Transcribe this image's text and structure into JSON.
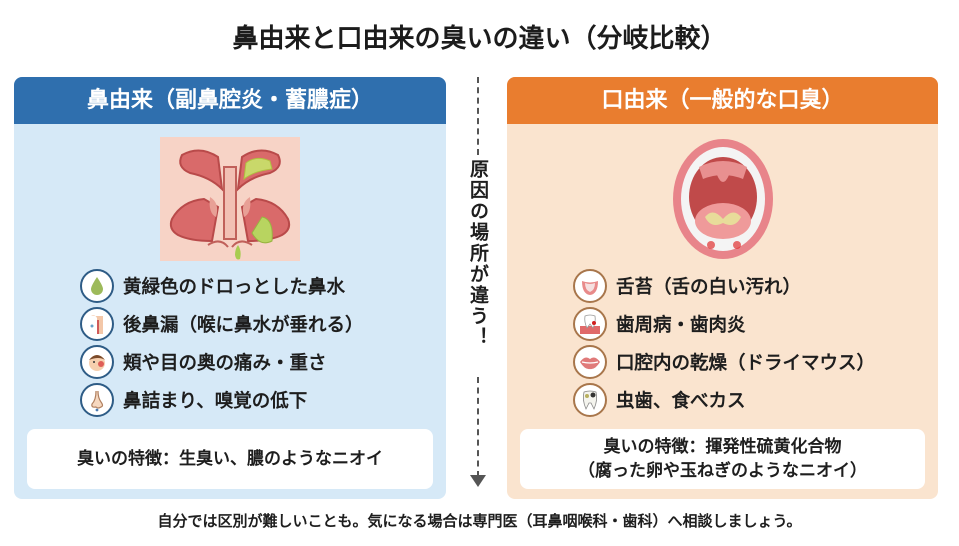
{
  "title": "鼻由来と口由来の臭いの違い（分岐比較）",
  "divider_text": "原因の場所が違う！",
  "colors": {
    "nose_header": "#2f6fae",
    "nose_panel": "#d6e9f7",
    "mouth_header": "#e97d2f",
    "mouth_panel": "#fae4cf"
  },
  "nose": {
    "header": "鼻由来（副鼻腔炎・蓄膿症）",
    "illustration": "sinus-illustration",
    "items": [
      {
        "icon": "mucus-drop-icon",
        "label": "黄緑色のドロっとした鼻水"
      },
      {
        "icon": "throat-profile-icon",
        "label": "後鼻漏（喉に鼻水が垂れる）"
      },
      {
        "icon": "face-pain-icon",
        "label": "頬や目の奥の痛み・重さ"
      },
      {
        "icon": "nose-icon",
        "label": "鼻詰まり、嗅覚の低下"
      }
    ],
    "feature": [
      "臭いの特徴：生臭い、膿のようなニオイ"
    ]
  },
  "mouth": {
    "header": "口由来（一般的な口臭）",
    "illustration": "open-mouth-illustration",
    "items": [
      {
        "icon": "tongue-icon",
        "label": "舌苔（舌の白い汚れ）"
      },
      {
        "icon": "gum-tooth-icon",
        "label": "歯周病・歯肉炎"
      },
      {
        "icon": "lips-icon",
        "label": "口腔内の乾燥（ドライマウス）"
      },
      {
        "icon": "decayed-tooth-icon",
        "label": "虫歯、食べカス"
      }
    ],
    "feature": [
      "臭いの特徴：揮発性硫黄化合物",
      "（腐った卵や玉ねぎのようなニオイ）"
    ]
  },
  "footer": "自分では区別が難しいことも。気になる場合は専門医（耳鼻咽喉科・歯科）へ相談しましょう。"
}
